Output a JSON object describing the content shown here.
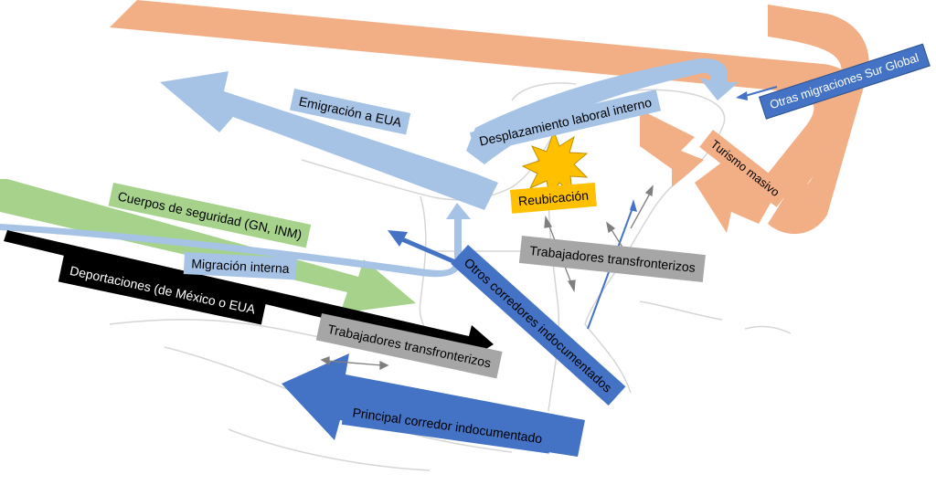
{
  "colors": {
    "orange": "#f2ae85",
    "light_blue": "#a6c3e6",
    "green": "#a6d28c",
    "black": "#000000",
    "dark_blue": "#4472c4",
    "gray": "#a6a6a6",
    "yellow": "#ffc000",
    "map_line": "#d8d8d8"
  },
  "labels": {
    "otras_migraciones": "Otras migraciones Sur Global",
    "emigracion_eua": "Emigración a EUA",
    "desplazamiento_laboral": "Desplazamiento laboral interno",
    "turismo_masivo": "Turismo masivo",
    "reubicacion": "Reubicación",
    "cuerpos_seguridad": "Cuerpos de seguridad (GN, INM)",
    "migracion_interna": "Migración interna",
    "deportaciones": "Deportaciones (de México o EUA",
    "trabajadores_transfronterizos_east": "Trabajadores transfronterizos",
    "otros_corredores": "Otros corredores indocumentados",
    "trabajadores_transfronterizos_south": "Trabajadores transfronterizos",
    "principal_corredor": "Principal corredor indocumentado"
  }
}
